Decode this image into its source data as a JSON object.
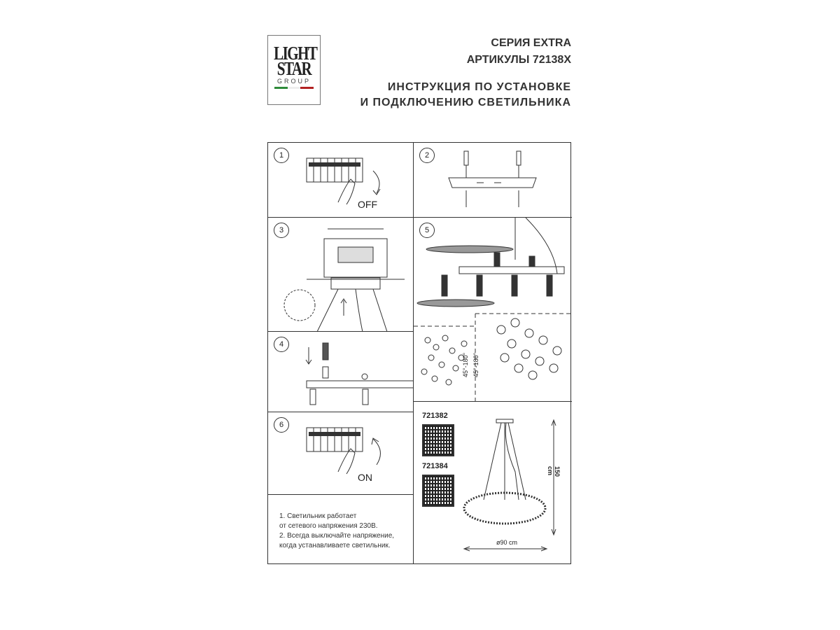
{
  "logo": {
    "line1": "LIGHT",
    "line2": "STAR",
    "line3": "GROUP",
    "flag_colors": [
      "#2e8b3a",
      "#ffffff",
      "#b22222"
    ]
  },
  "header": {
    "series": "СЕРИЯ EXTRA",
    "articles": "АРТИКУЛЫ 72138X",
    "title_line1": "ИНСТРУКЦИЯ ПО УСТАНОВКЕ",
    "title_line2": "И ПОДКЛЮЧЕНИЮ СВЕТИЛЬНИКА"
  },
  "steps": [
    {
      "number": "1",
      "label": "OFF"
    },
    {
      "number": "2"
    },
    {
      "number": "3"
    },
    {
      "number": "5",
      "angle1": "45°-180°",
      "angle2": "45°-180°"
    },
    {
      "number": "4"
    },
    {
      "number": "6",
      "label": "ON"
    }
  ],
  "notes": {
    "line1": "1. Светильник работает",
    "line2": "от сетевого напряжения 230В.",
    "line3": "2. Всегда выключайте напряжение,",
    "line4": "когда устанавливаете светильник."
  },
  "products": {
    "code1": "721382",
    "code2": "721384",
    "height": "150 cm",
    "diameter": "ø90 cm"
  }
}
